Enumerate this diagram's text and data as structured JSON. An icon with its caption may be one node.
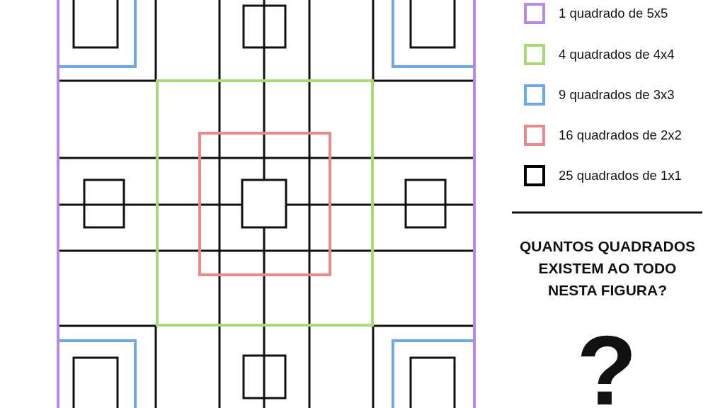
{
  "diagram": {
    "labels": [
      "QUANTOS QUADRADOS EXISTEM AO TODO NESTA FIGURA?",
      "?"
    ],
    "legend": [
      {
        "text": "1 quadrado de 5x5",
        "color": "#b58ae6"
      },
      {
        "text": "4 quadrados de 4x4",
        "color": "#a9d877"
      },
      {
        "text": "9 quadrados de 3x3",
        "color": "#6ea8ea"
      },
      {
        "text": "16 quadrados de 2x2",
        "color": "#e98a8a"
      },
      {
        "text": "25 quadrados de 1x1",
        "color": "#000000"
      }
    ]
  }
}
